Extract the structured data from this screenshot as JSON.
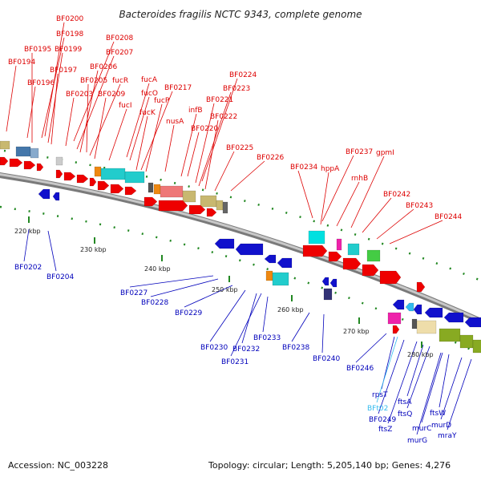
{
  "title": "Bacteroides fragilis NCTC 9343, complete genome",
  "footer": {
    "accession": "Accession: NC_003228",
    "summary": "Topology: circular; Length: 5,205,140 bp; Genes: 4,276"
  },
  "colors": {
    "forward_label": "#dd0000",
    "reverse_label": "#0000bb",
    "rna_label": "#33bbee",
    "backbone": "#a0a0a0",
    "tick": "#228822"
  },
  "kbp_ticks": [
    "220 kbp",
    "230 kbp",
    "240 kbp",
    "250 kbp",
    "260 kbp",
    "270 kbp",
    "280 kbp"
  ],
  "forward_genes": [
    "BF0200",
    "BF0198",
    "BF0208",
    "BF0195",
    "BF0199",
    "BF0207",
    "BF0194",
    "BF0197",
    "BF0206",
    "BF0196",
    "BF0205",
    "fucR",
    "fucA",
    "BF0203",
    "BF0209",
    "fucO",
    "BF0217",
    "fucI",
    "fucP",
    "BF0224",
    "BF0223",
    "fucK",
    "infB",
    "BF0221",
    "nusA",
    "BF0222",
    "BF0220",
    "BF0225",
    "BF0226",
    "BF0237",
    "gpmI",
    "BF0234",
    "hppA",
    "rnhB",
    "BF0242",
    "BF0243",
    "BF0244"
  ],
  "reverse_genes": [
    "BF0202",
    "BF0204",
    "BF0227",
    "BF0228",
    "BF0229",
    "BF0230",
    "BF0232",
    "BF0231",
    "BF0233",
    "BF0238",
    "BF0240",
    "BF0246",
    "rpsT",
    "BFt02",
    "BF0249",
    "ftsA",
    "ftsQ",
    "ftsZ",
    "murC",
    "murG",
    "ftsW",
    "murD",
    "mraY"
  ]
}
